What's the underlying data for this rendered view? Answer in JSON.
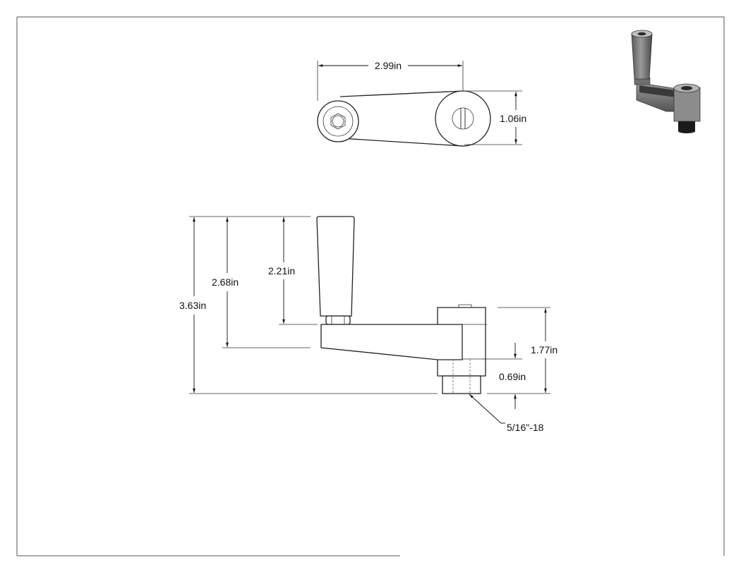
{
  "top_view": {
    "width_dim": "2.99in",
    "height_dim": "1.06in"
  },
  "front_view": {
    "overall_height_dim": "3.63in",
    "arm_height_dim": "2.68in",
    "handle_length_dim": "2.21in",
    "hub_height_dim": "1.77in",
    "thread_depth_dim": "0.69in",
    "thread_callout": "5/16\"-18"
  },
  "thumbnail": {
    "icon": "crank-handle-3d-preview-icon"
  }
}
